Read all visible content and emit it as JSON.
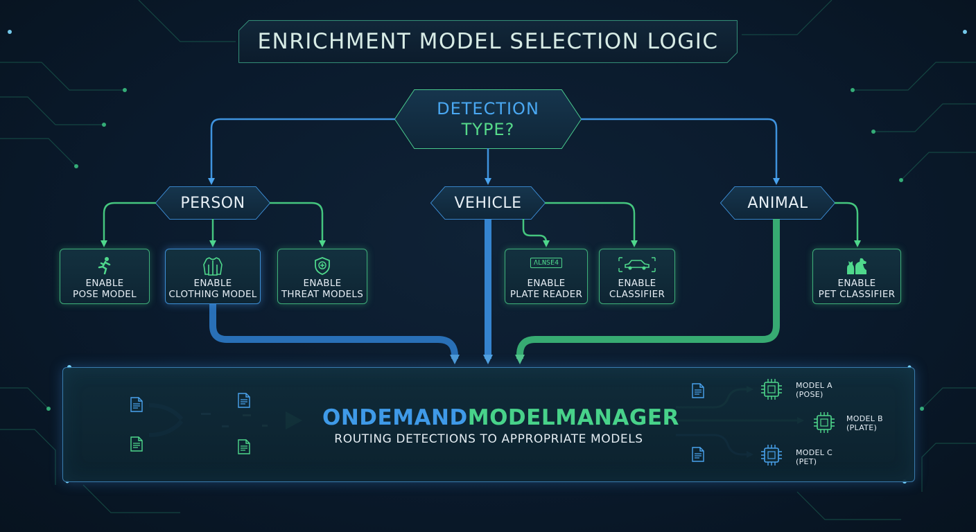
{
  "title": "ENRICHMENT MODEL SELECTION LOGIC",
  "decision": {
    "line1": "DETECTION",
    "line2": "TYPE?"
  },
  "categories": {
    "person": "PERSON",
    "vehicle": "VEHICLE",
    "animal": "ANIMAL"
  },
  "models": {
    "pose": {
      "line1": "ENABLE",
      "line2": "POSE MODEL",
      "icon": "running-person-icon"
    },
    "clothing": {
      "line1": "ENABLE",
      "line2": "CLOTHING MODEL",
      "icon": "jacket-icon"
    },
    "threat": {
      "line1": "ENABLE",
      "line2": "THREAT MODELS",
      "icon": "shield-icon"
    },
    "plate": {
      "line1": "ENABLE",
      "line2": "PLATE READER",
      "icon": "license-plate-icon",
      "plate_text": "ΛLNSE4"
    },
    "classifier": {
      "line1": "ENABLE",
      "line2": "CLASSIFIER",
      "icon": "car-icon"
    },
    "pet": {
      "line1": "ENABLE",
      "line2": "PET CLASSIFIER",
      "icon": "cat-dog-icon"
    }
  },
  "manager": {
    "title_part1": "ONDEMAND",
    "title_part2": "MODELMANAGER",
    "subtitle": "ROUTING DETECTIONS TO APPROPRIATE MODELS"
  },
  "outputs": {
    "a": {
      "line1": "MODEL A",
      "line2": "(POSE)"
    },
    "b": {
      "line1": "MODEL B",
      "line2": "(PLATE)"
    },
    "c": {
      "line1": "MODEL C",
      "line2": "(PET)"
    }
  },
  "colors": {
    "blue": "#3f9ae8",
    "green": "#48d28a",
    "background": "#0a1a2c"
  }
}
